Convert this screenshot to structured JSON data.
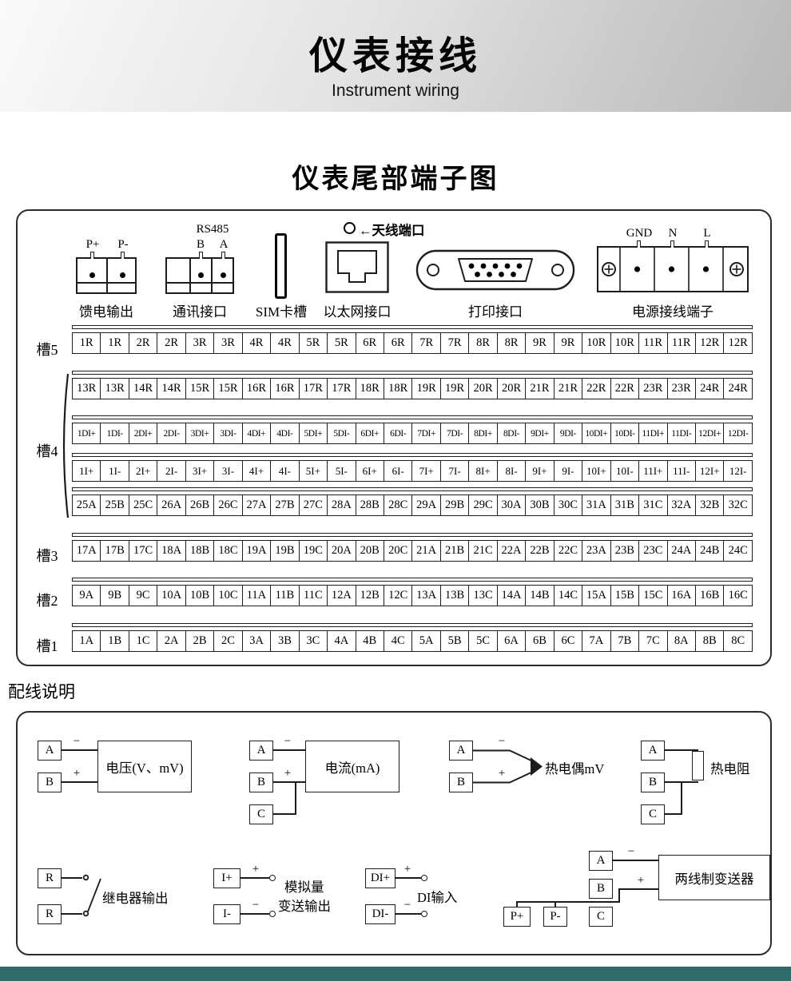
{
  "header": {
    "title": "仪表接线",
    "subtitle": "Instrument wiring"
  },
  "terminal_section": {
    "title": "仪表尾部端子图",
    "connectors": {
      "feed": {
        "pins": [
          "P+",
          "P-"
        ],
        "caption": "馈电输出"
      },
      "comm": {
        "protocol": "RS485",
        "pins": [
          "B",
          "A"
        ],
        "caption": "通讯接口"
      },
      "sim": {
        "caption": "SIM卡槽"
      },
      "ethernet": {
        "caption": "以太网接口"
      },
      "antenna": {
        "arrow": "←",
        "label": "天线端口"
      },
      "printer": {
        "caption": "打印接口"
      },
      "power": {
        "pins": [
          "GND",
          "N",
          "L"
        ],
        "caption": "电源接线端子"
      }
    },
    "slots": {
      "slot5": "槽5",
      "slot4": "槽4",
      "slot3": "槽3",
      "slot2": "槽2",
      "slot1": "槽1"
    },
    "rows": [
      {
        "cells": [
          "1R",
          "1R",
          "2R",
          "2R",
          "3R",
          "3R",
          "4R",
          "4R",
          "5R",
          "5R",
          "6R",
          "6R",
          "7R",
          "7R",
          "8R",
          "8R",
          "9R",
          "9R",
          "10R",
          "10R",
          "11R",
          "11R",
          "12R",
          "12R"
        ]
      },
      {
        "cells": [
          "13R",
          "13R",
          "14R",
          "14R",
          "15R",
          "15R",
          "16R",
          "16R",
          "17R",
          "17R",
          "18R",
          "18R",
          "19R",
          "19R",
          "20R",
          "20R",
          "21R",
          "21R",
          "22R",
          "22R",
          "23R",
          "23R",
          "24R",
          "24R"
        ]
      },
      {
        "cells": [
          "1DI+",
          "1DI-",
          "2DI+",
          "2DI-",
          "3DI+",
          "3DI-",
          "4DI+",
          "4DI-",
          "5DI+",
          "5DI-",
          "6DI+",
          "6DI-",
          "7DI+",
          "7DI-",
          "8DI+",
          "8DI-",
          "9DI+",
          "9DI-",
          "10DI+",
          "10DI-",
          "11DI+",
          "11DI-",
          "12DI+",
          "12DI-"
        ]
      },
      {
        "cells": [
          "1I+",
          "1I-",
          "2I+",
          "2I-",
          "3I+",
          "3I-",
          "4I+",
          "4I-",
          "5I+",
          "5I-",
          "6I+",
          "6I-",
          "7I+",
          "7I-",
          "8I+",
          "8I-",
          "9I+",
          "9I-",
          "10I+",
          "10I-",
          "11I+",
          "11I-",
          "12I+",
          "12I-"
        ]
      },
      {
        "cells": [
          "25A",
          "25B",
          "25C",
          "26A",
          "26B",
          "26C",
          "27A",
          "27B",
          "27C",
          "28A",
          "28B",
          "28C",
          "29A",
          "29B",
          "29C",
          "30A",
          "30B",
          "30C",
          "31A",
          "31B",
          "31C",
          "32A",
          "32B",
          "32C"
        ]
      },
      {
        "cells": [
          "17A",
          "17B",
          "17C",
          "18A",
          "18B",
          "18C",
          "19A",
          "19B",
          "19C",
          "20A",
          "20B",
          "20C",
          "21A",
          "21B",
          "21C",
          "22A",
          "22B",
          "22C",
          "23A",
          "23B",
          "23C",
          "24A",
          "24B",
          "24C"
        ]
      },
      {
        "cells": [
          "9A",
          "9B",
          "9C",
          "10A",
          "10B",
          "10C",
          "11A",
          "11B",
          "11C",
          "12A",
          "12B",
          "12C",
          "13A",
          "13B",
          "13C",
          "14A",
          "14B",
          "14C",
          "15A",
          "15B",
          "15C",
          "16A",
          "16B",
          "16C"
        ]
      },
      {
        "cells": [
          "1A",
          "1B",
          "1C",
          "2A",
          "2B",
          "2C",
          "3A",
          "3B",
          "3C",
          "4A",
          "4B",
          "4C",
          "5A",
          "5B",
          "5C",
          "6A",
          "6B",
          "6C",
          "7A",
          "7B",
          "7C",
          "8A",
          "8B",
          "8C"
        ]
      }
    ]
  },
  "wiring_section": {
    "title": "配线说明",
    "voltage": {
      "terminals": [
        "A",
        "B"
      ],
      "minus": "−",
      "plus": "+",
      "label": "电压(V、mV)"
    },
    "current": {
      "terminals": [
        "A",
        "B",
        "C"
      ],
      "minus": "−",
      "plus": "+",
      "label": "电流(mA)"
    },
    "thermocouple": {
      "terminals": [
        "A",
        "B"
      ],
      "minus": "−",
      "plus": "+",
      "label": "热电偶mV"
    },
    "rtd": {
      "terminals": [
        "A",
        "B",
        "C"
      ],
      "label": "热电阻"
    },
    "relay": {
      "terminals": [
        "R",
        "R"
      ],
      "label": "继电器输出"
    },
    "analog_output": {
      "terminals": [
        "I+",
        "I-"
      ],
      "plus": "+",
      "minus": "−",
      "label_line1": "模拟量",
      "label_line2": "变送输出"
    },
    "di": {
      "terminals": [
        "DI+",
        "DI-"
      ],
      "plus": "+",
      "minus": "−",
      "label": "DI输入"
    },
    "transmitter": {
      "terminals": [
        "A",
        "B",
        "C"
      ],
      "power_pins": [
        "P+",
        "P-"
      ],
      "minus": "−",
      "plus": "+",
      "label": "两线制变送器"
    }
  }
}
